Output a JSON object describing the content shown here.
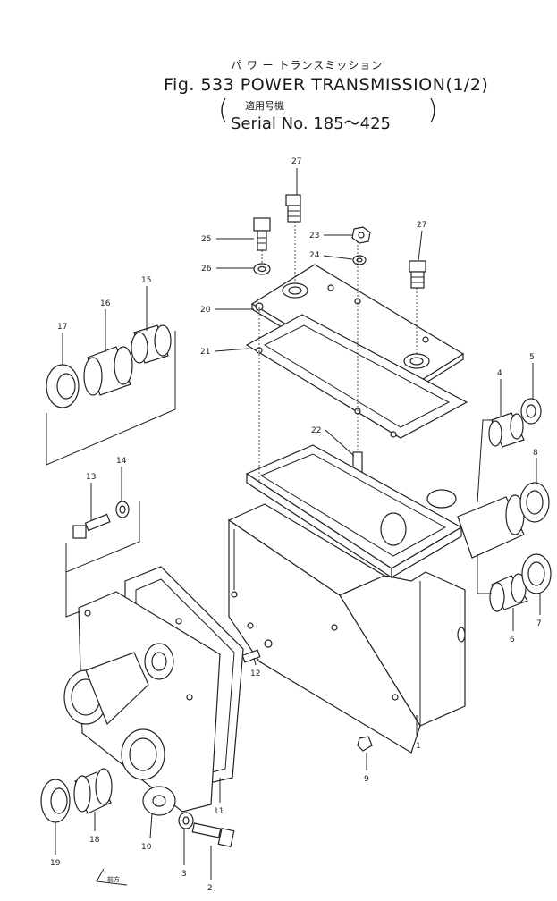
{
  "header": {
    "kana_title": "パ ワ ー トランスミッション",
    "title": "Fig. 533 POWER TRANSMISSION(1/2)",
    "serial_jp": "適用号機",
    "serial": "Serial No. 185～425"
  },
  "callouts": {
    "n1": "1",
    "n2": "2",
    "n3": "3",
    "n4": "4",
    "n5": "5",
    "n6": "6",
    "n7": "7",
    "n8": "8",
    "n9": "9",
    "n10": "10",
    "n11": "11",
    "n12": "12",
    "n13": "13",
    "n14": "14",
    "n15": "15",
    "n16": "16",
    "n17": "17",
    "n18": "18",
    "n19": "19",
    "n20": "20",
    "n21": "21",
    "n22": "22",
    "n23": "23",
    "n24": "24",
    "n25": "25",
    "n26": "26",
    "n27a": "27",
    "n27b": "27"
  },
  "front_mark": "前方"
}
